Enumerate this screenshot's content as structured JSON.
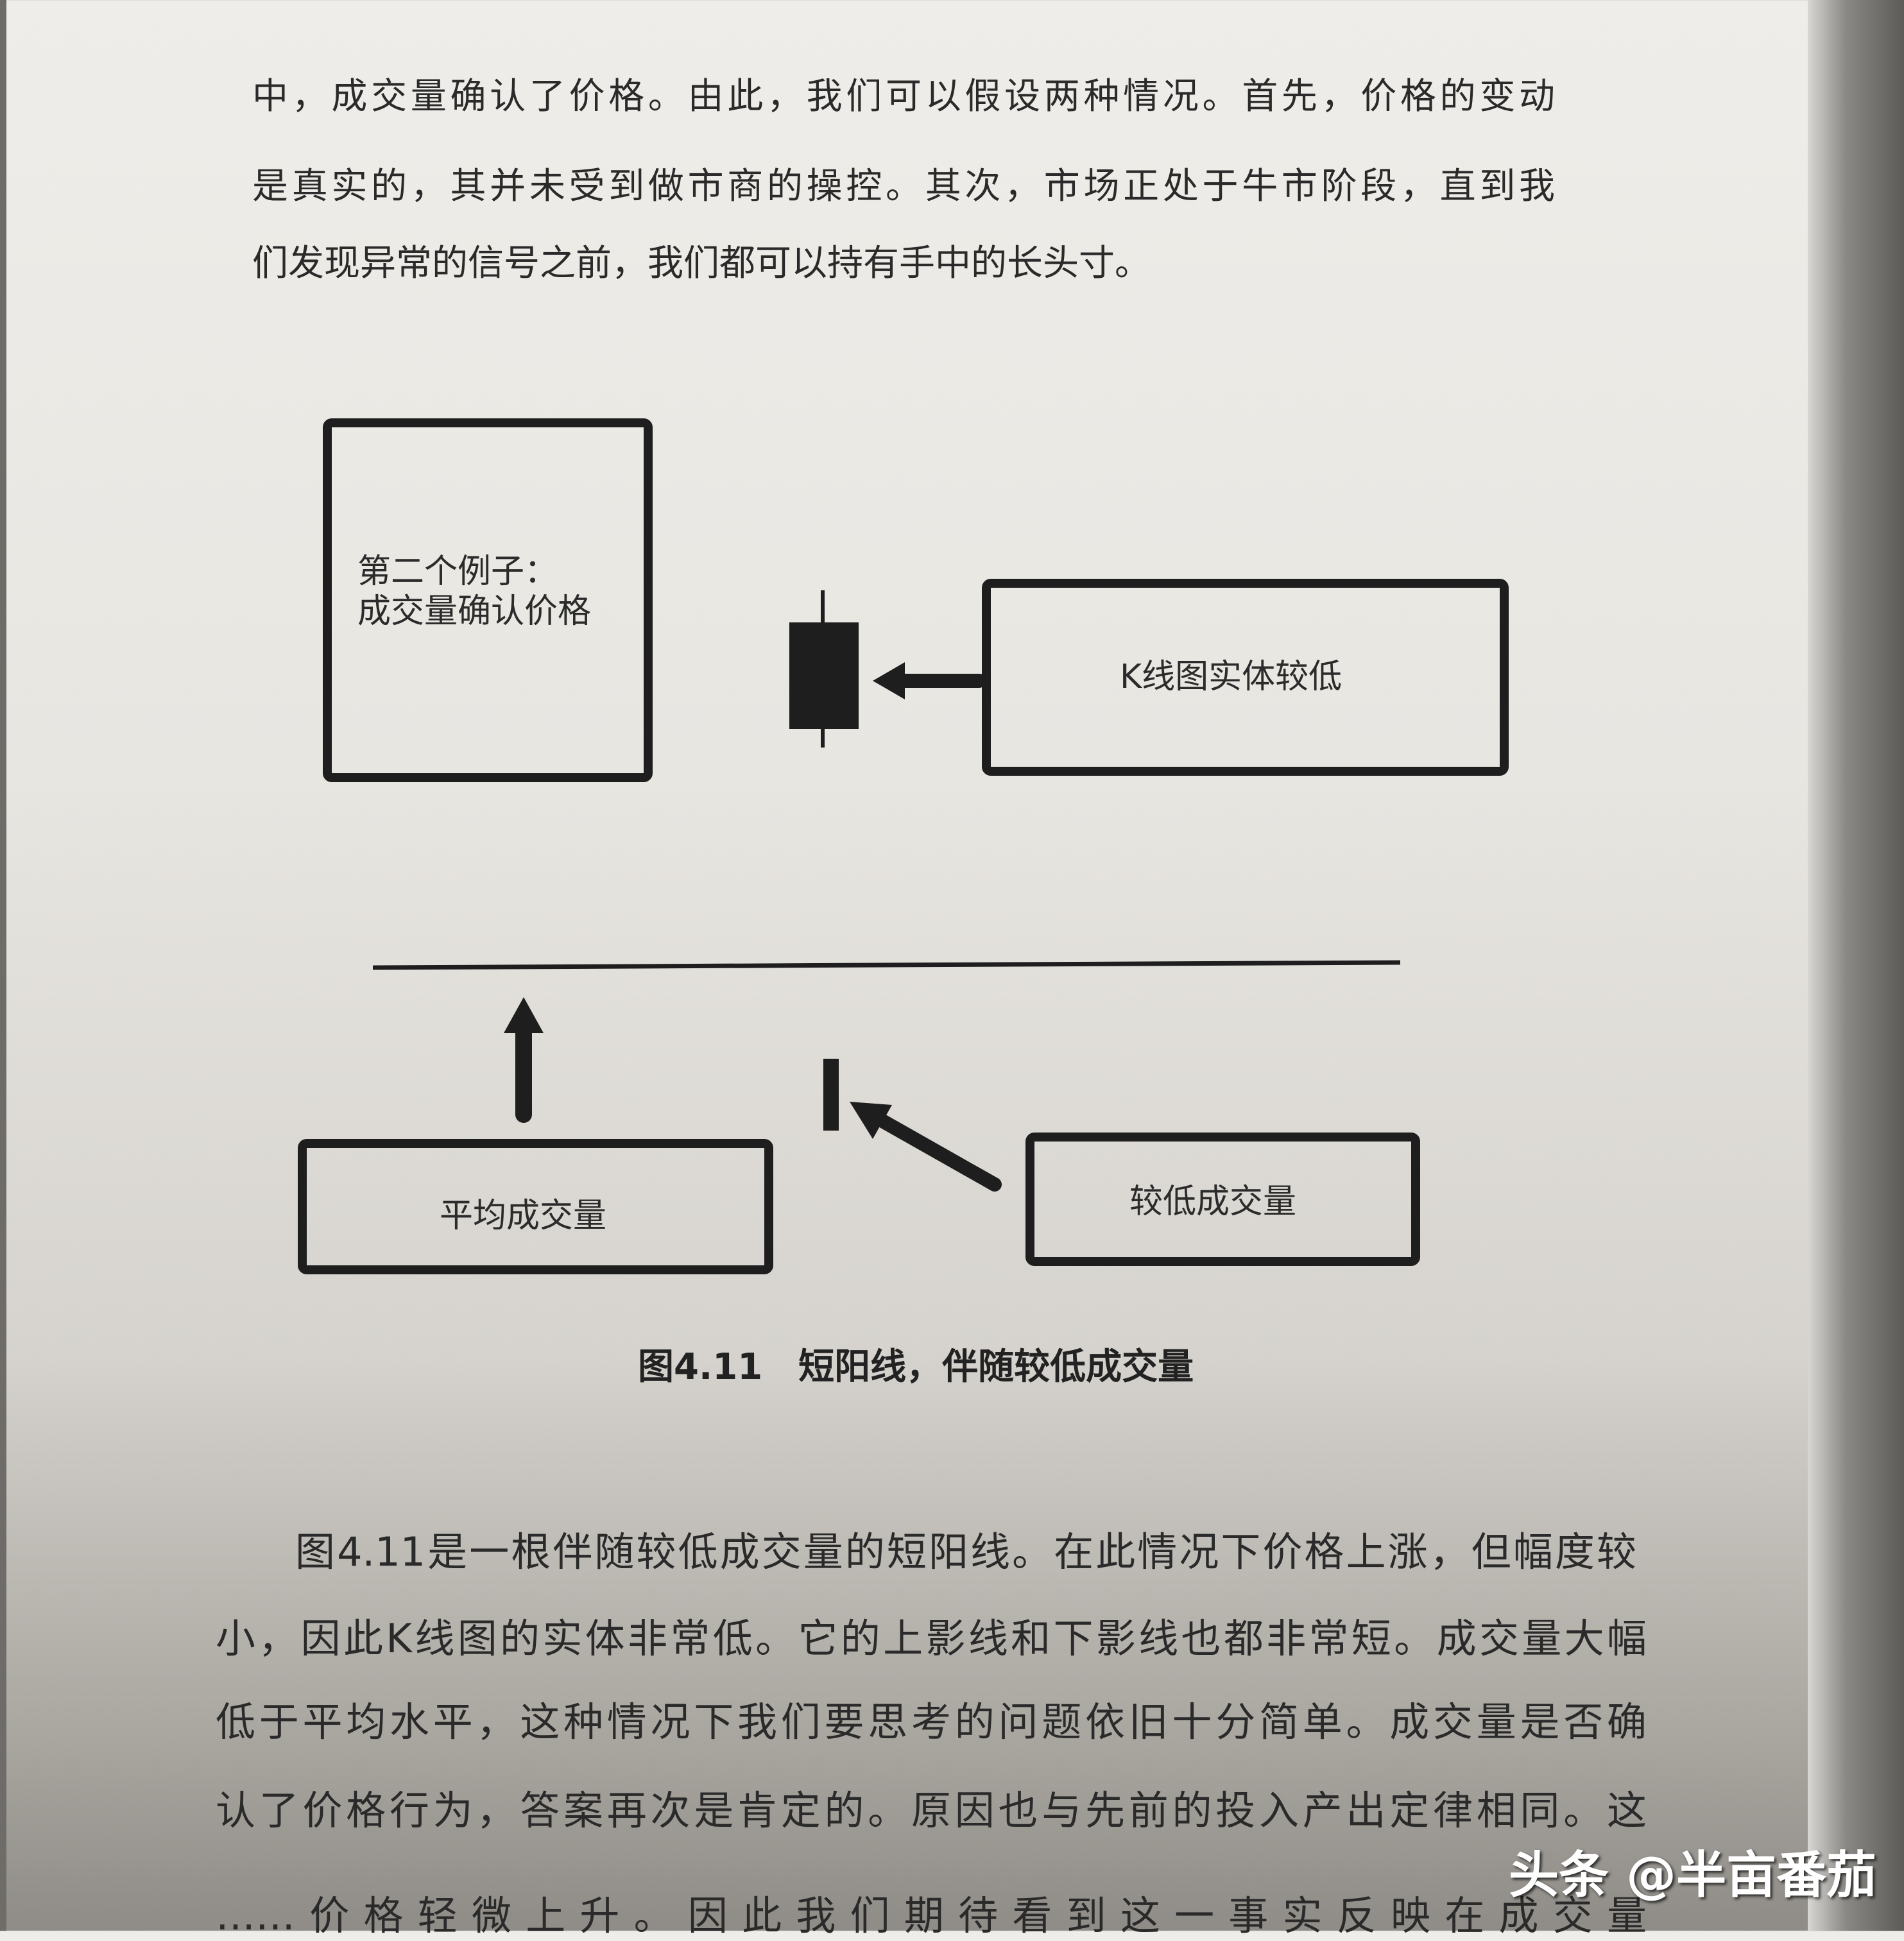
{
  "paragraph_1": {
    "lines": [
      "中，成交量确认了价格。由此，我们可以假设两种情况。首先，价格的变动",
      "是真实的，其并未受到做市商的操控。其次，市场正处于牛市阶段，直到我",
      "们发现异常的信号之前，我们都可以持有手中的长头寸。"
    ]
  },
  "figure": {
    "box_example_line1": "第二个例子：",
    "box_example_line2": "成交量确认价格",
    "box_candle": "K线图实体较低",
    "box_avg_volume": "平均成交量",
    "box_low_volume": "较低成交量",
    "caption": "图4.11　短阳线，伴随较低成交量"
  },
  "paragraph_2": {
    "lines": [
      "图4.11是一根伴随较低成交量的短阳线。在此情况下价格上涨，但幅度较",
      "小，因此K线图的实体非常低。它的上影线和下影线也都非常短。成交量大幅",
      "低于平均水平，这种情况下我们要思考的问题依旧十分简单。成交量是否确",
      "认了价格行为，答案再次是肯定的。原因也与先前的投入产出定律相同。这",
      "……价格轻微上升。因此我们期待看到这一事实反映在成交量"
    ]
  },
  "watermark": "头条 @半亩番茄"
}
